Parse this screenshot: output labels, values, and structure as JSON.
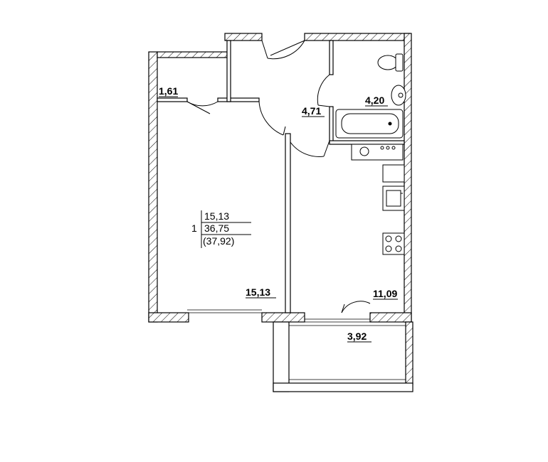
{
  "rooms": {
    "storage_area": "1,61",
    "hall_area": "4,71",
    "bathroom_area": "4,20",
    "living_room_area": "15,13",
    "kitchen_area": "11,09",
    "balcony_area": "3,92"
  },
  "summary": {
    "rooms_count": "1",
    "living_area": "15,13",
    "total_area": "36,75",
    "total_with_balcony": "(37,92)"
  }
}
